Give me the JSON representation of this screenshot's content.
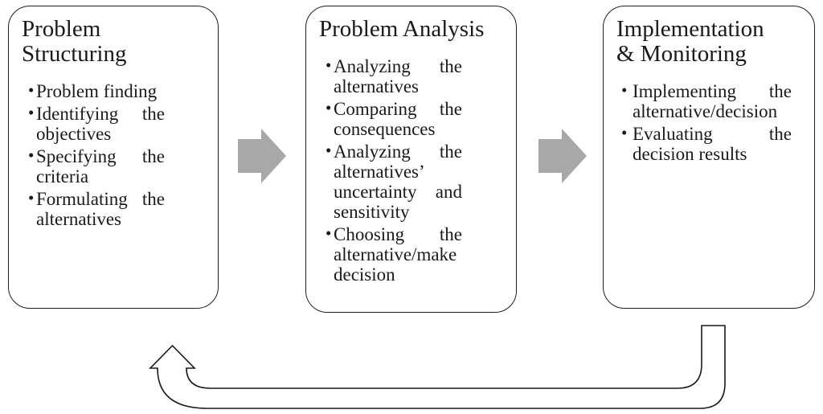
{
  "diagram": {
    "bullet_char": "•",
    "boxes": [
      {
        "id": "problem-structuring",
        "title_lines": [
          "Problem",
          "Structuring"
        ],
        "bullets": [
          "Problem finding",
          "Identifying the objectives",
          "Specifying the criteria",
          "Formulating the alternatives"
        ]
      },
      {
        "id": "problem-analysis",
        "title_lines": [
          "Problem Analysis"
        ],
        "bullets": [
          "Analyzing the alternatives",
          "Comparing the consequences",
          "Analyzing the alternatives’ uncertainty and sensitivity",
          "Choosing the alternative/make decision"
        ]
      },
      {
        "id": "implementation-monitoring",
        "title_lines": [
          "Implementation",
          "& Monitoring"
        ],
        "bullets": [
          "Implementing the alternative/decision",
          "Evaluating the decision results"
        ]
      }
    ],
    "colors": {
      "arrow-gray": "#a8a8a8",
      "ink": "#1a1a1a",
      "box-border": "#1f1f1f",
      "bg": "#ffffff"
    }
  }
}
